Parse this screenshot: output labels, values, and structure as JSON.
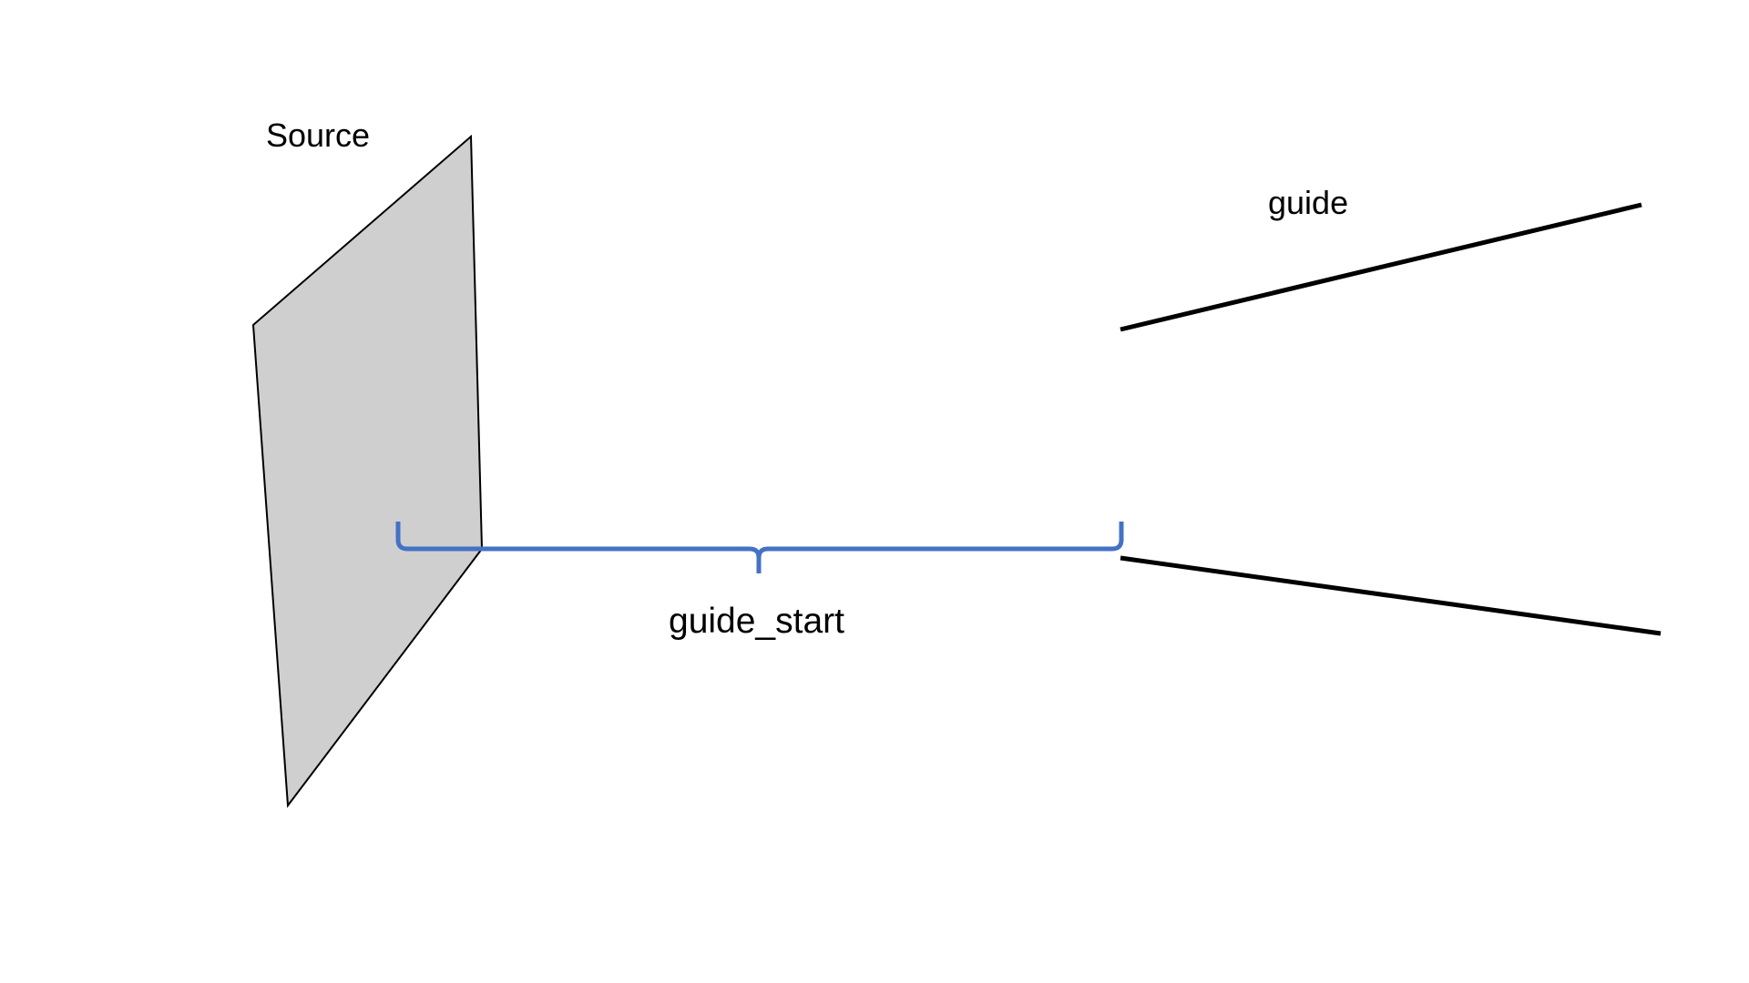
{
  "diagram": {
    "source_label": "Source",
    "guide_label": "guide",
    "guide_start_label": "guide_start",
    "colors": {
      "source_fill": "#d0cfd0",
      "outline": "#000000",
      "brace": "#4472c4",
      "background": "#ffffff"
    }
  }
}
